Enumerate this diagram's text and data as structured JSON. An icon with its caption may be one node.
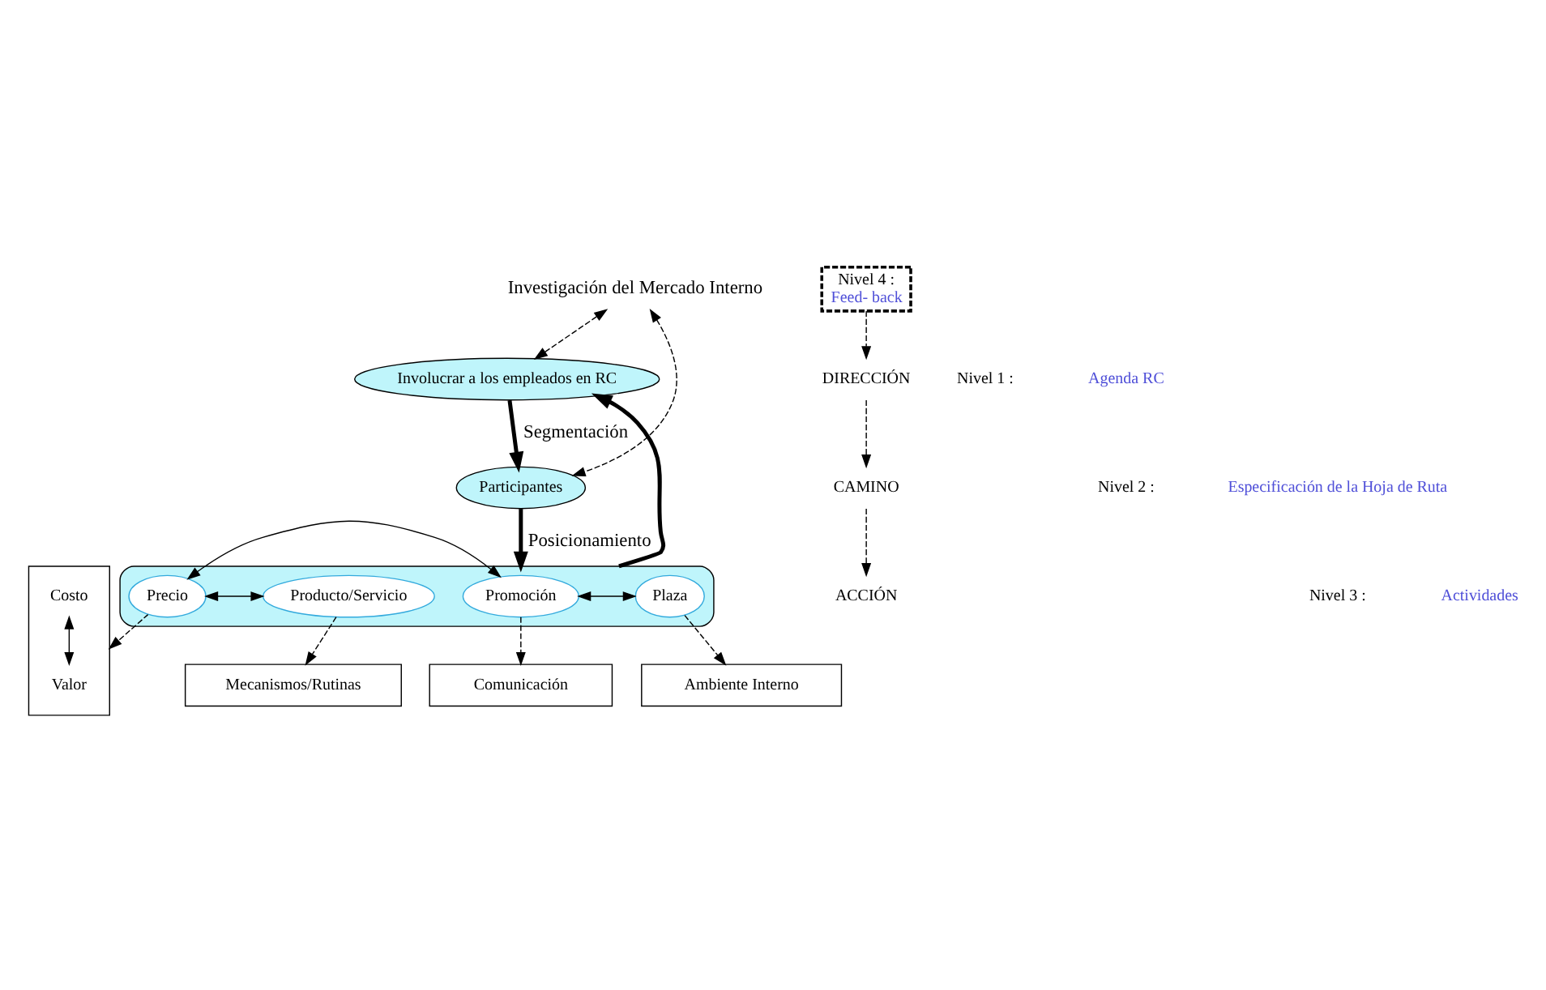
{
  "diagram": {
    "nodes": [
      {
        "text": [
          "Involucrar a los empleados en RC"
        ]
      },
      {
        "text": [
          "Investigación del Mercado Interno"
        ]
      },
      {
        "text": [
          "Participantes"
        ]
      },
      {
        "text": [],
        "shape": "ellipse"
      },
      {
        "text": [
          "Producto/Servicio"
        ],
        "in": 3
      },
      {
        "text": [
          "Precio"
        ],
        "in": 3
      },
      {
        "text": [
          "Promoción"
        ],
        "in": 3
      },
      {
        "text": [
          "Plaza"
        ],
        "in": 3
      },
      {
        "text": [
          "Mecanismos/Rutinas"
        ]
      },
      {
        "text": [],
        "shape": "box"
      },
      {
        "text": [
          "Costo"
        ],
        "in": 9
      },
      {
        "text": [
          "Valor"
        ],
        "in": 9
      },
      {
        "text": [
          "Comunicación"
        ]
      },
      {
        "text": [
          "Ambiente Interno"
        ]
      },
      {
        "text": [
          "DIRECCIÓN"
        ]
      },
      {
        "text": [
          "CAMINO"
        ]
      },
      {
        "text": [
          "ACCIÓN"
        ]
      },
      {
        "text": [
          "Nivel 4 :",
          "Feed- back"
        ]
      }
    ],
    "edges": [
      {
        "from": 0,
        "to": 2,
        "arrow": "to",
        "style": "thick",
        "label": "Segmentación"
      },
      {
        "from": 1,
        "to": 0,
        "arrow": "both",
        "style": "dashed"
      },
      {
        "from": 1,
        "to": 2,
        "arrow": "both",
        "style": "dashed"
      },
      {
        "from": 2,
        "to": 3,
        "arrow": "to",
        "style": "thick",
        "label": "Posicionamiento"
      },
      {
        "from": 3,
        "to": 0,
        "arrow": "to",
        "style": "thick"
      },
      {
        "from": 4,
        "to": 5,
        "arrow": "both"
      },
      {
        "from": 5,
        "to": 6,
        "arrow": "both"
      },
      {
        "from": 6,
        "to": 7,
        "arrow": "both"
      },
      {
        "from": 4,
        "to": 8,
        "arrow": "to",
        "style": "dashed"
      },
      {
        "from": 5,
        "to": 9,
        "arrow": "to",
        "style": "dashed"
      },
      {
        "from": 6,
        "to": 12,
        "arrow": "to",
        "style": "dashed"
      },
      {
        "from": 7,
        "to": 13,
        "arrow": "to",
        "style": "dashed"
      },
      {
        "from": 10,
        "to": 11,
        "arrow": "both"
      },
      {
        "from": 14,
        "to": 15,
        "arrow": "to",
        "style": "dashed"
      },
      {
        "from": 15,
        "to": 16,
        "arrow": "to",
        "style": "dashed"
      },
      {
        "from": 17,
        "to": 14,
        "arrow": "to",
        "style": "dashed"
      }
    ],
    "labels": [
      "Nivel 1 :",
      "Agenda RC",
      "Nivel 2 :",
      "Especificación de la Hoja de Ruta",
      "Nivel 3 :",
      "Actividades"
    ]
  }
}
